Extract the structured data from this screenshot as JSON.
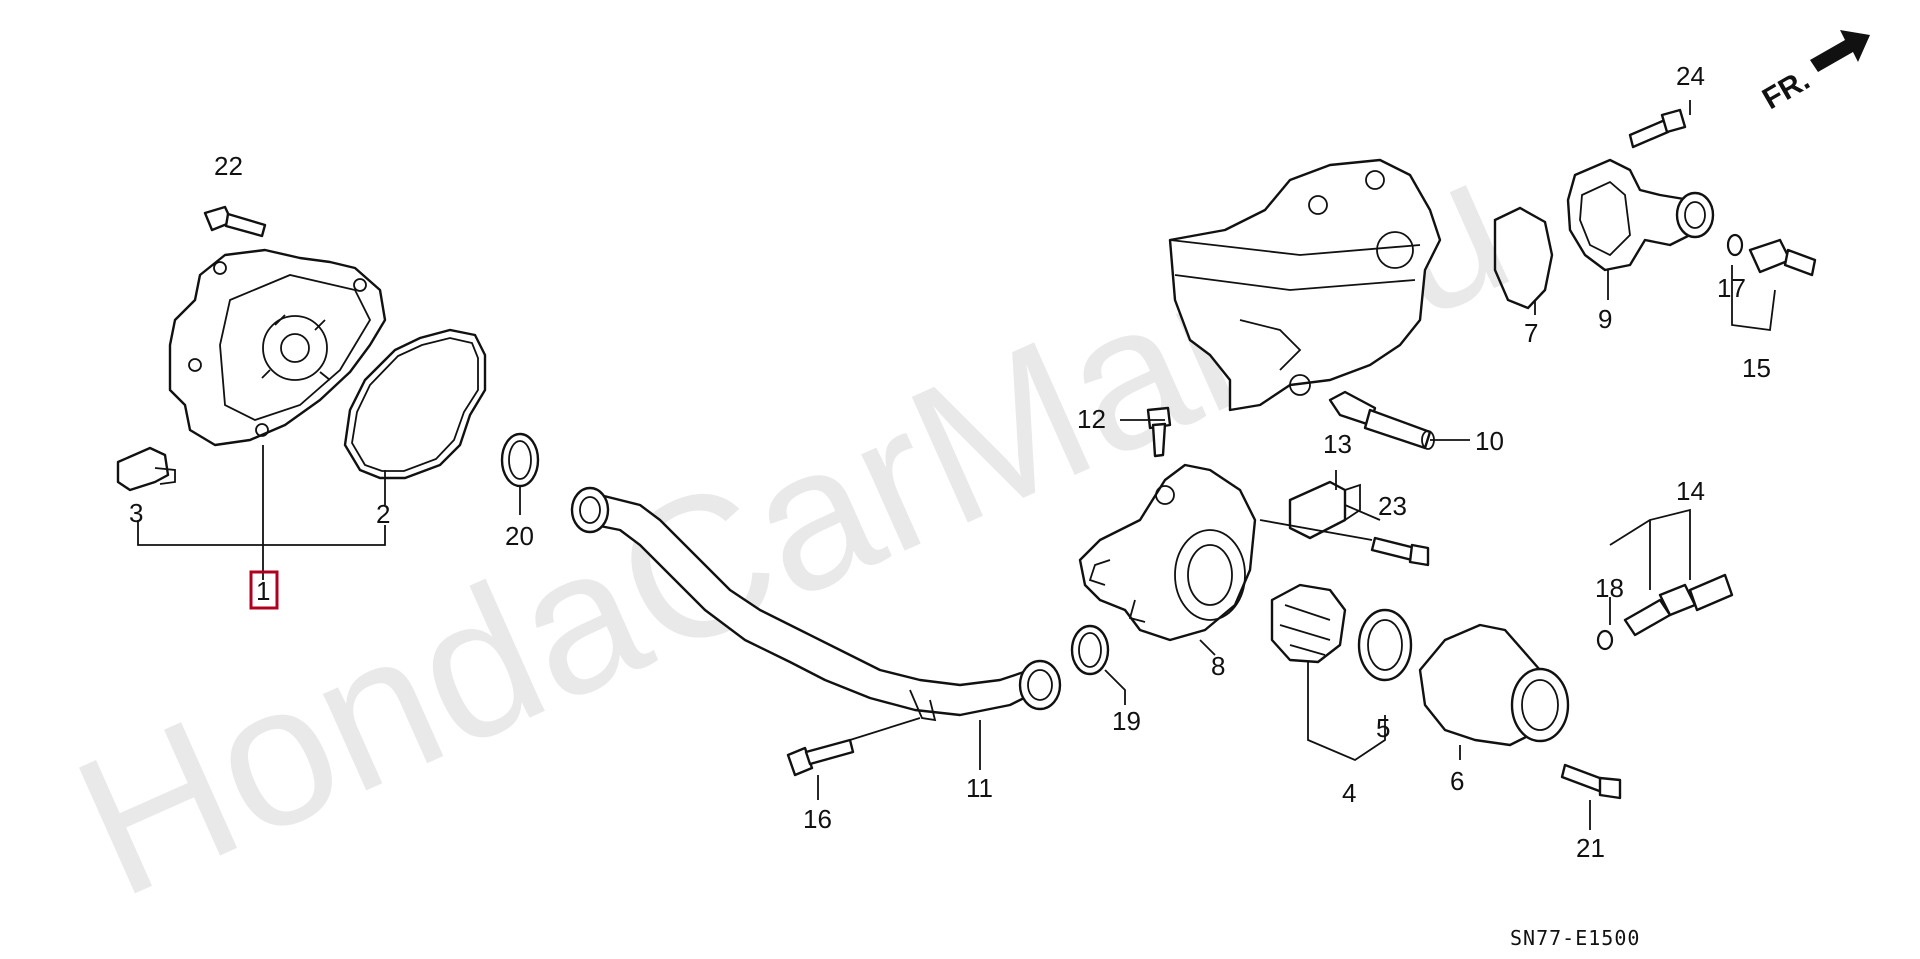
{
  "watermark": "HondaCarMan.ru",
  "diagram_code": "SN77-E1500",
  "front_marker": "FR.",
  "colors": {
    "highlight": "#b00020",
    "line": "#111111",
    "watermark": "#e9e9e9"
  },
  "callouts": {
    "p1": "1",
    "p2": "2",
    "p3": "3",
    "p4": "4",
    "p5": "5",
    "p6": "6",
    "p7": "7",
    "p8": "8",
    "p9": "9",
    "p10": "10",
    "p11": "11",
    "p12": "12",
    "p13": "13",
    "p14": "14",
    "p15": "15",
    "p16": "16",
    "p17": "17",
    "p18": "18",
    "p19": "19",
    "p20": "20",
    "p21": "21",
    "p22": "22",
    "p23": "23",
    "p24": "24"
  },
  "highlighted_callout": "1"
}
